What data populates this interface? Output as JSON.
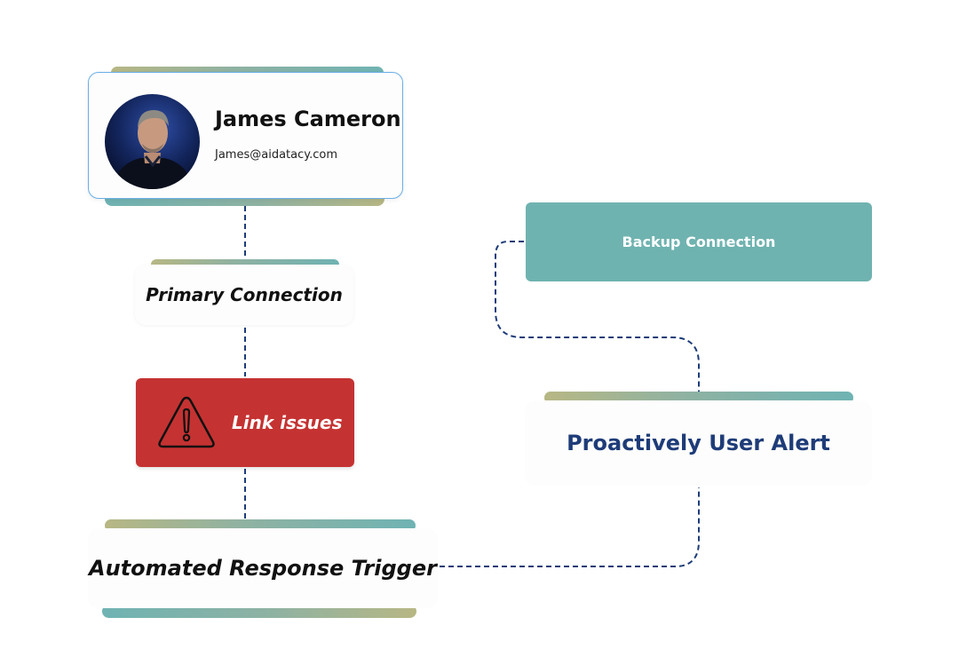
{
  "profile": {
    "name": "James Cameron",
    "email": "James@aidatacy.com",
    "avatar_icon": "person-avatar"
  },
  "nodes": {
    "primary_label": "Primary Connection",
    "issue_label": "Link issues",
    "issue_icon": "warning-triangle-icon",
    "trigger_label": "Automated Response Trigger",
    "backup_label": "Backup Connection",
    "alert_label": "Proactively User Alert"
  },
  "colors": {
    "issue": "#c53232",
    "backup": "#6fb3b0",
    "alert_text": "#1e3c78",
    "connector": "#1e3c78",
    "profile_border": "#6aaee6"
  }
}
